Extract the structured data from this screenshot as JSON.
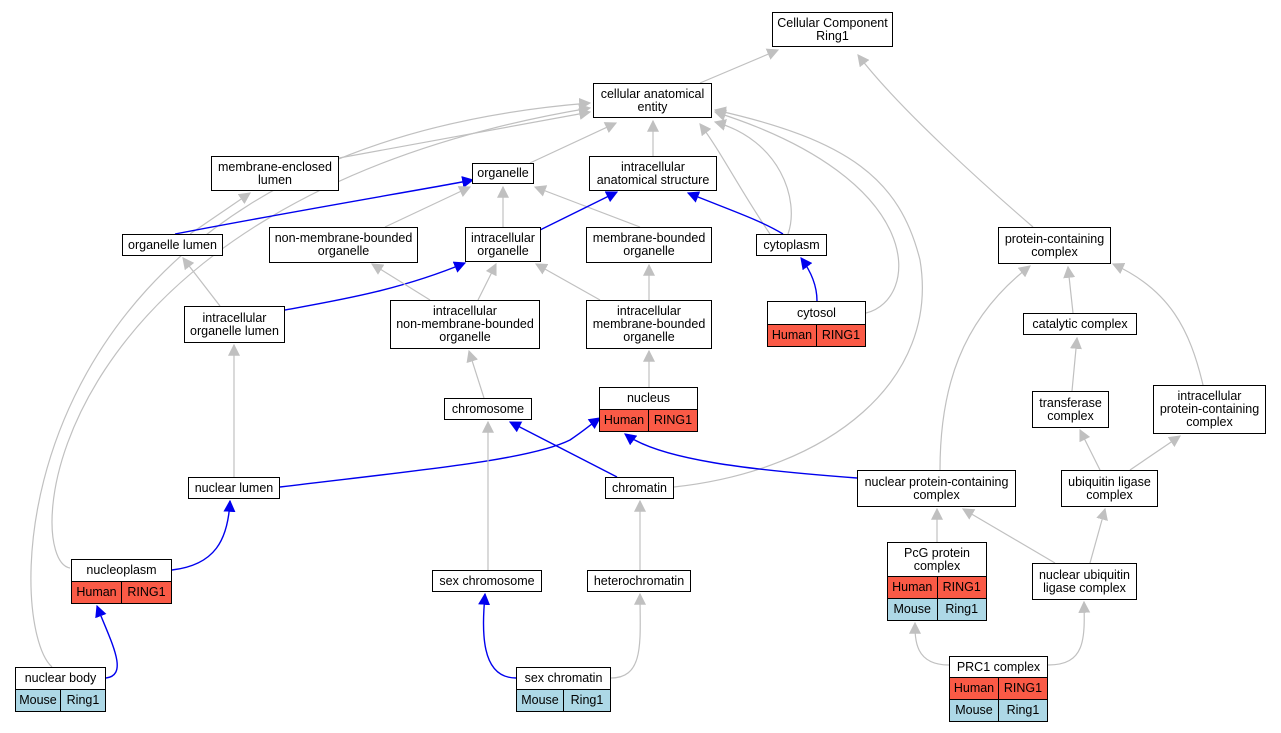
{
  "colors": {
    "gray_edge": "#c0c0c0",
    "blue_edge": "#0000ee",
    "human_fill": "#fa5a46",
    "mouse_fill": "#add8e6"
  },
  "nodes": {
    "cc_ring1": {
      "lines": [
        "Cellular Component",
        "Ring1"
      ]
    },
    "cae": {
      "lines": [
        "cellular anatomical",
        "entity"
      ]
    },
    "mel": {
      "lines": [
        "membrane-enclosed",
        "lumen"
      ]
    },
    "organelle": {
      "lines": [
        "organelle"
      ]
    },
    "ias": {
      "lines": [
        "intracellular",
        "anatomical structure"
      ]
    },
    "org_lumen": {
      "lines": [
        "organelle lumen"
      ]
    },
    "nmbo": {
      "lines": [
        "non-membrane-bounded",
        "organelle"
      ]
    },
    "io": {
      "lines": [
        "intracellular",
        "organelle"
      ]
    },
    "mbo": {
      "lines": [
        "membrane-bounded",
        "organelle"
      ]
    },
    "cytoplasm": {
      "lines": [
        "cytoplasm"
      ]
    },
    "pcc": {
      "lines": [
        "protein-containing",
        "complex"
      ]
    },
    "iol": {
      "lines": [
        "intracellular",
        "organelle lumen"
      ]
    },
    "inmbo": {
      "lines": [
        "intracellular",
        "non-membrane-bounded",
        "organelle"
      ]
    },
    "imbo": {
      "lines": [
        "intracellular",
        "membrane-bounded",
        "organelle"
      ]
    },
    "cytosol": {
      "lines": [
        "cytosol"
      ],
      "rows": [
        [
          "Human",
          "RING1"
        ]
      ]
    },
    "catalytic": {
      "lines": [
        "catalytic complex"
      ]
    },
    "chromosome": {
      "lines": [
        "chromosome"
      ]
    },
    "nucleus": {
      "lines": [
        "nucleus"
      ],
      "rows": [
        [
          "Human",
          "RING1"
        ]
      ]
    },
    "transferase": {
      "lines": [
        "transferase",
        "complex"
      ]
    },
    "ipcc": {
      "lines": [
        "intracellular",
        "protein-containing",
        "complex"
      ]
    },
    "nuc_lumen": {
      "lines": [
        "nuclear lumen"
      ]
    },
    "chromatin": {
      "lines": [
        "chromatin"
      ]
    },
    "npcc": {
      "lines": [
        "nuclear protein-containing",
        "complex"
      ]
    },
    "ulc": {
      "lines": [
        "ubiquitin ligase",
        "complex"
      ]
    },
    "nucleoplasm": {
      "lines": [
        "nucleoplasm"
      ],
      "rows": [
        [
          "Human",
          "RING1"
        ]
      ]
    },
    "pcg": {
      "lines": [
        "PcG protein",
        "complex"
      ],
      "rows": [
        [
          "Human",
          "RING1"
        ],
        [
          "Mouse",
          "Ring1"
        ]
      ]
    },
    "sex_chr": {
      "lines": [
        "sex chromosome"
      ]
    },
    "heterochromatin": {
      "lines": [
        "heterochromatin"
      ]
    },
    "nulc": {
      "lines": [
        "nuclear ubiquitin",
        "ligase complex"
      ]
    },
    "nuclear_body": {
      "lines": [
        "nuclear body"
      ],
      "rows": [
        [
          "Mouse",
          "Ring1"
        ]
      ]
    },
    "sex_chromatin": {
      "lines": [
        "sex chromatin"
      ],
      "rows": [
        [
          "Mouse",
          "Ring1"
        ]
      ]
    },
    "prc1": {
      "lines": [
        "PRC1 complex"
      ],
      "rows": [
        [
          "Human",
          "RING1"
        ],
        [
          "Mouse",
          "Ring1"
        ]
      ]
    }
  }
}
